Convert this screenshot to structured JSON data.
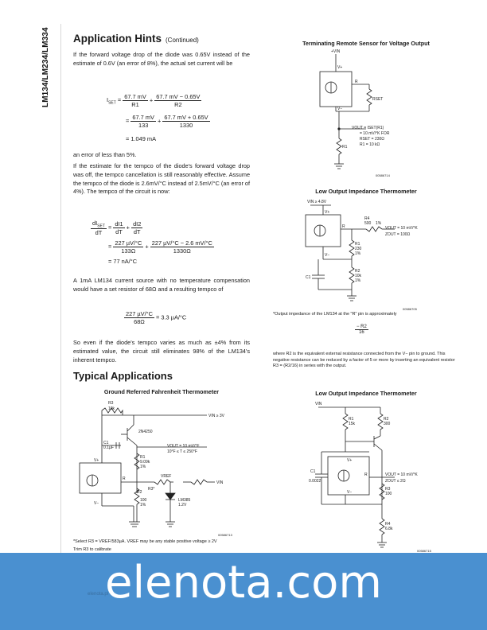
{
  "side_title": "LM134/LM234/LM334",
  "section1": {
    "title": "Application Hints",
    "continued": "(Continued)"
  },
  "para1": "If the forward voltage drop of the diode was 0.65V instead of the estimate of 0.6V (an error of 8%), the actual set current will be",
  "eq1": {
    "lhs": "I",
    "lhs_sub": "SET",
    "t1_num": "67.7 mV",
    "t1_den": "R1",
    "t2_num": "67.7 mV − 0.65V",
    "t2_den": "R2",
    "t3_num": "67.7 mV",
    "t3_den": "133",
    "t4_num": "67.7 mV + 0.65V",
    "t4_den": "1330",
    "result": "= 1.049 mA"
  },
  "para2": "an error of less than 5%.",
  "para3": "If the estimate for the tempco of the diode's forward voltage drop was off, the tempco cancellation is still reasonably effective. Assume the tempco of the diode is 2.6mV/°C instead of 2.5mV/°C (an error of 4%). The tempco of the circuit is now:",
  "eq2": {
    "a_num": "dI",
    "a_sub": "SET",
    "a_den": "dT",
    "b_num": "dI1",
    "b_den": "dT",
    "c_num": "dI2",
    "c_den": "dT",
    "d_num": "227 µV/°C",
    "d_den": "133Ω",
    "e_num": "227 µV/°C − 2.6 mV/°C",
    "e_den": "1330Ω",
    "result": "= 77 nA/°C"
  },
  "para4": "A 1mA LM134 current source with no temperature compensation would have a set resistor of 68Ω and a resulting tempco of",
  "eq3": {
    "num": "227 µV/°C",
    "den": "68Ω",
    "result": "= 3.3 µA/°C"
  },
  "para5": "So even if the diode's tempco varies as much as ±4% from its estimated value, the circuit still eliminates 98% of the LM134's inherent tempco.",
  "section2": {
    "title": "Typical Applications"
  },
  "fig1": {
    "title": "Ground Referred Fahrenheit Thermometer",
    "labels": {
      "r3": "R3",
      "r3v": "10k",
      "vin": "VIN ≥ 3V",
      "q": "2N4250",
      "c1": "C1",
      "c1v": "0.1µF",
      "vplus": "V+",
      "vout": "VOUT = 10 mV/°F",
      "vout2": "10°F ≤ T ≤ 250°F",
      "r1": "R1",
      "r1v": "9.09k",
      "r1t": "1%",
      "r": "R",
      "vref": "VREF",
      "r3star": "R3*",
      "vinr": "VIN",
      "r2": "R2",
      "r2v": "100",
      "r2t": "1%",
      "lm": "LM385",
      "lmv": "1.2V",
      "vminus": "V−",
      "code": "00586713"
    },
    "note1": "*Select R3 = VREF/583µA. VREF may be any stable positive voltage ≥ 2V",
    "note2": "Trim R3 to calibrate"
  },
  "fig2": {
    "title": "Terminating Remote Sensor for Voltage Output",
    "labels": {
      "vin": "+VIN",
      "vplus": "V+",
      "r": "R",
      "rset": "RSET",
      "vminus": "V−",
      "vout": "VOUT = ISET(R1)",
      "vout2": "= 10 mV/°K FOR",
      "vout3": "RSET = 230Ω",
      "vout4": "R1 = 10 kΩ",
      "r1": "R1",
      "code": "00586714"
    }
  },
  "fig3": {
    "title": "Low Output Impedance Thermometer",
    "labels": {
      "vin": "VIN ≥ 4.8V",
      "vplus": "V+",
      "r": "R",
      "r4": "R4",
      "r4v": "500",
      "r4t": "1%",
      "vout": "VOUT = 10 mV/°K",
      "zout": "ZOUT = 100Ω",
      "r1": "R1",
      "r1v": "230",
      "r1t": "1%",
      "vminus": "V−",
      "r2": "R2",
      "r2v": "10k",
      "r2t": "1%",
      "c1": "C1",
      "code": "00586705"
    },
    "note1": "*Output impedance of the LM134 at the \"R\" pin is approximately",
    "note_frac_num": "− R2",
    "note_frac_den": "16",
    "note2": "where R2 is the equivalent external resistance connected from the V− pin to ground. This negative resistance can be reduced by a factor of 5 or more by inserting an equivalent resistor R3 = (R2/16) in series with the output."
  },
  "fig4": {
    "title": "Low Output Impedance Thermometer",
    "labels": {
      "vin": "VIN",
      "r1": "R1",
      "r1v": "15k",
      "r2": "R2",
      "r2v": "300",
      "c1": "C1",
      "c1v": "0.0022",
      "vplus": "V+",
      "r": "R",
      "vout": "VOUT = 10 mV/°K",
      "zout": "ZOUT ≤ 2Ω",
      "r3": "R3",
      "r3v": "100",
      "vminus": "V−",
      "r4": "R4",
      "r4v": "6.8k",
      "code": "00586715"
    }
  },
  "footer": {
    "site": "elenota.pl",
    "banner": "elenota.com"
  }
}
